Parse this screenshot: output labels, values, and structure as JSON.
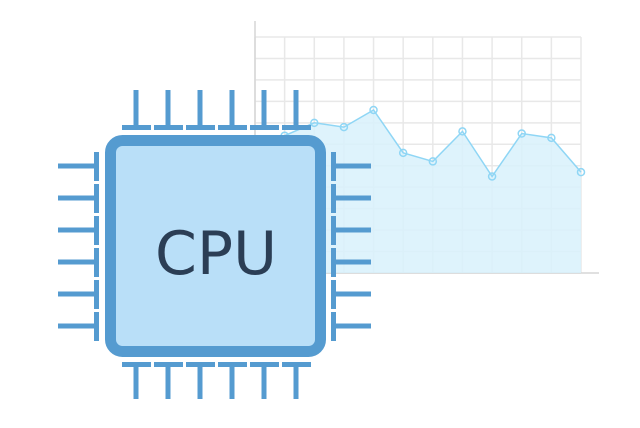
{
  "chip": {
    "label": "CPU",
    "pins_per_side": 6
  },
  "colors": {
    "chip_border": "#559bd0",
    "chip_fill": "#b9dff8",
    "label": "#2b3e55",
    "line": "#8fd6f5",
    "area": "#d8f1fc",
    "grid": "#e8e8e8",
    "axis": "#d6d6d6"
  },
  "chart_data": {
    "type": "area",
    "title": "",
    "xlabel": "",
    "ylabel": "",
    "xlim": [
      0,
      11
    ],
    "ylim": [
      0,
      11
    ],
    "grid": true,
    "x": [
      0,
      1,
      2,
      3,
      4,
      5,
      6,
      7,
      8,
      9,
      10,
      11
    ],
    "values": [
      5.0,
      6.4,
      7.0,
      6.8,
      7.6,
      5.6,
      5.2,
      6.6,
      4.5,
      6.5,
      6.3,
      4.7
    ]
  }
}
